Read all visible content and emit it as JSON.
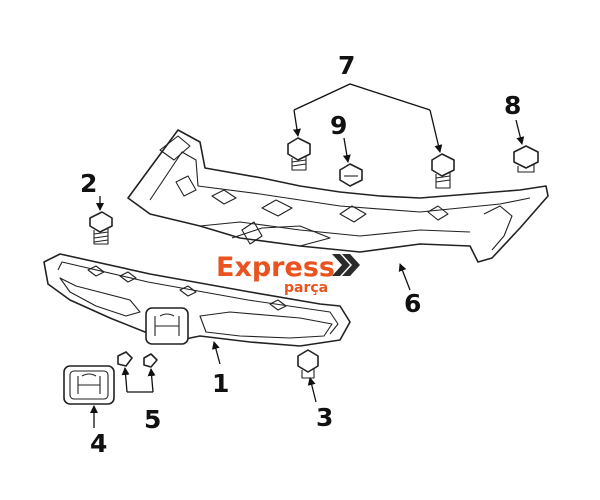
{
  "diagram": {
    "watermark": {
      "main": "Express",
      "sub": "parça",
      "color_main": "#e8531f",
      "color_chevrons": "#2b2b2b"
    },
    "callouts": [
      "1",
      "2",
      "3",
      "4",
      "5",
      "6",
      "7",
      "8",
      "9"
    ],
    "colors": {
      "line": "#222222",
      "fill": "#ffffff"
    }
  }
}
